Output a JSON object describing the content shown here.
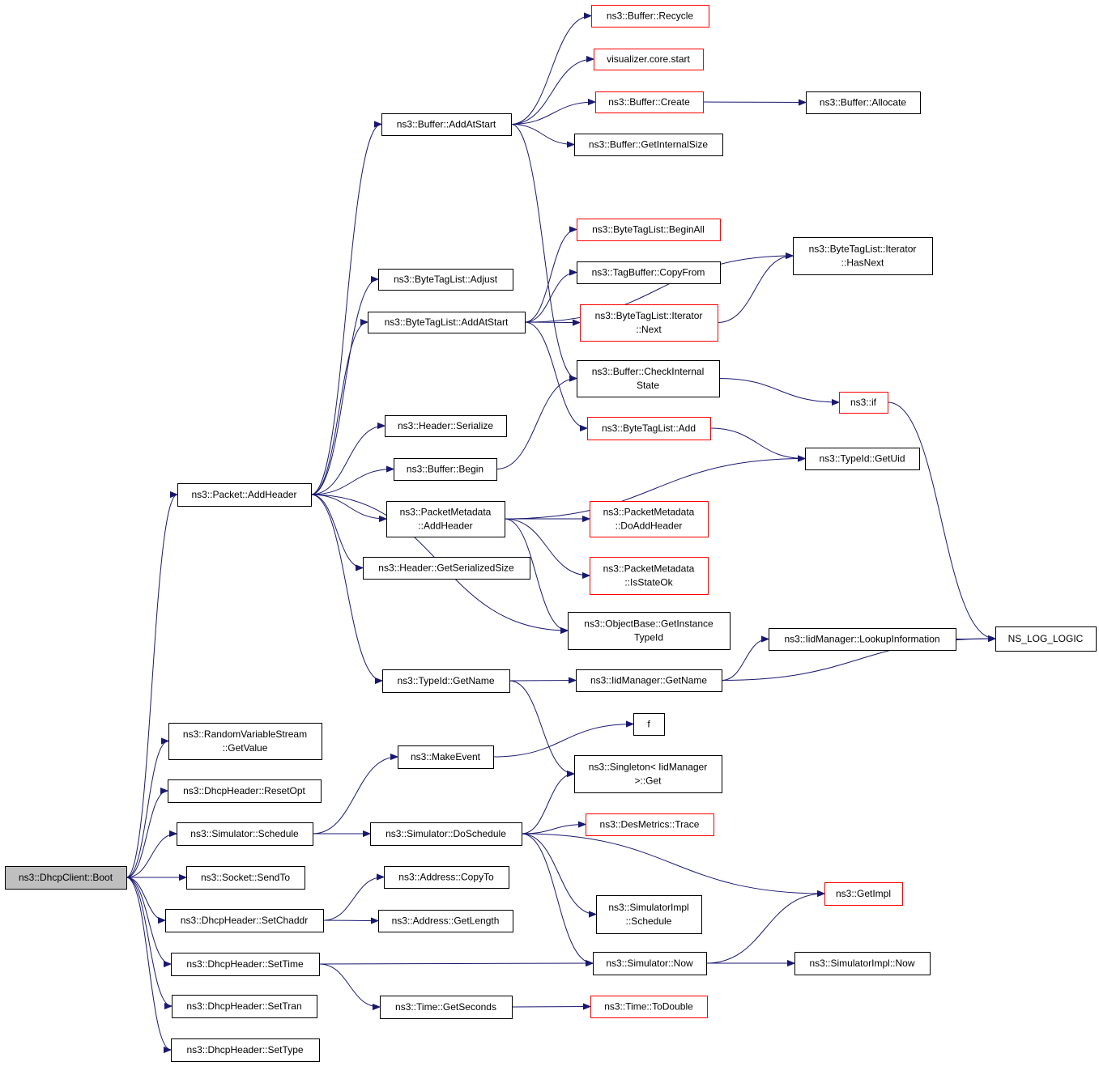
{
  "nodes": [
    {
      "id": "boot",
      "lines": [
        "ns3::DhcpClient::Boot"
      ],
      "style": "root"
    },
    {
      "id": "recycle",
      "lines": [
        "ns3::Buffer::Recycle"
      ],
      "style": "red"
    },
    {
      "id": "vizstart",
      "lines": [
        "visualizer.core.start"
      ],
      "style": "red"
    },
    {
      "id": "bufcreate",
      "lines": [
        "ns3::Buffer::Create"
      ],
      "style": "red"
    },
    {
      "id": "bufalloc",
      "lines": [
        "ns3::Buffer::Allocate"
      ],
      "style": "normal"
    },
    {
      "id": "addatstart",
      "lines": [
        "ns3::Buffer::AddAtStart"
      ],
      "style": "normal"
    },
    {
      "id": "getinternalsize",
      "lines": [
        "ns3::Buffer::GetInternalSize"
      ],
      "style": "normal"
    },
    {
      "id": "begininall",
      "lines": [
        "ns3::ByteTagList::BeginAll"
      ],
      "style": "red"
    },
    {
      "id": "hasnext",
      "lines": [
        "ns3::ByteTagList::Iterator",
        "::HasNext"
      ],
      "style": "normal"
    },
    {
      "id": "copyfrom",
      "lines": [
        "ns3::TagBuffer::CopyFrom"
      ],
      "style": "normal"
    },
    {
      "id": "btladjust",
      "lines": [
        "ns3::ByteTagList::Adjust"
      ],
      "style": "normal"
    },
    {
      "id": "btladdatstart",
      "lines": [
        "ns3::ByteTagList::AddAtStart"
      ],
      "style": "normal"
    },
    {
      "id": "iternext",
      "lines": [
        "ns3::ByteTagList::Iterator",
        "::Next"
      ],
      "style": "red"
    },
    {
      "id": "checkinternal",
      "lines": [
        "ns3::Buffer::CheckInternal",
        "State"
      ],
      "style": "normal"
    },
    {
      "id": "nsif",
      "lines": [
        "ns3::if"
      ],
      "style": "red"
    },
    {
      "id": "hdrserialize",
      "lines": [
        "ns3::Header::Serialize"
      ],
      "style": "normal"
    },
    {
      "id": "btladd",
      "lines": [
        "ns3::ByteTagList::Add"
      ],
      "style": "red"
    },
    {
      "id": "bufbegin",
      "lines": [
        "ns3::Buffer::Begin"
      ],
      "style": "normal"
    },
    {
      "id": "getuid",
      "lines": [
        "ns3::TypeId::GetUid"
      ],
      "style": "normal"
    },
    {
      "id": "addheader",
      "lines": [
        "ns3::Packet::AddHeader"
      ],
      "style": "normal"
    },
    {
      "id": "pmaddheader",
      "lines": [
        "ns3::PacketMetadata",
        "::AddHeader"
      ],
      "style": "normal"
    },
    {
      "id": "doaddheader",
      "lines": [
        "ns3::PacketMetadata",
        "::DoAddHeader"
      ],
      "style": "red"
    },
    {
      "id": "isstateok",
      "lines": [
        "ns3::PacketMetadata",
        "::IsStateOk"
      ],
      "style": "red"
    },
    {
      "id": "getserializedsize",
      "lines": [
        "ns3::Header::GetSerializedSize"
      ],
      "style": "normal"
    },
    {
      "id": "getinstancetypeid",
      "lines": [
        "ns3::ObjectBase::GetInstance",
        "TypeId"
      ],
      "style": "normal"
    },
    {
      "id": "lookupinfo",
      "lines": [
        "ns3::IidManager::LookupInformation"
      ],
      "style": "normal"
    },
    {
      "id": "nslog",
      "lines": [
        "NS_LOG_LOGIC"
      ],
      "style": "normal"
    },
    {
      "id": "typeidgetname",
      "lines": [
        "ns3::TypeId::GetName"
      ],
      "style": "normal"
    },
    {
      "id": "iidgetname",
      "lines": [
        "ns3::IidManager::GetName"
      ],
      "style": "normal"
    },
    {
      "id": "rvsgetvalue",
      "lines": [
        "ns3::RandomVariableStream",
        "::GetValue"
      ],
      "style": "normal"
    },
    {
      "id": "fnode",
      "lines": [
        "f"
      ],
      "style": "normal"
    },
    {
      "id": "makeevent",
      "lines": [
        "ns3::MakeEvent"
      ],
      "style": "normal"
    },
    {
      "id": "singletonget",
      "lines": [
        "ns3::Singleton< IidManager",
        ">::Get"
      ],
      "style": "normal"
    },
    {
      "id": "resetopt",
      "lines": [
        "ns3::DhcpHeader::ResetOpt"
      ],
      "style": "normal"
    },
    {
      "id": "simschedule",
      "lines": [
        "ns3::Simulator::Schedule"
      ],
      "style": "normal"
    },
    {
      "id": "doschedule",
      "lines": [
        "ns3::Simulator::DoSchedule"
      ],
      "style": "normal"
    },
    {
      "id": "destrace",
      "lines": [
        "ns3::DesMetrics::Trace"
      ],
      "style": "red"
    },
    {
      "id": "sendto",
      "lines": [
        "ns3::Socket::SendTo"
      ],
      "style": "normal"
    },
    {
      "id": "addrcopyto",
      "lines": [
        "ns3::Address::CopyTo"
      ],
      "style": "normal"
    },
    {
      "id": "getimpl",
      "lines": [
        "ns3::GetImpl"
      ],
      "style": "red"
    },
    {
      "id": "simimplschedule",
      "lines": [
        "ns3::SimulatorImpl",
        "::Schedule"
      ],
      "style": "normal"
    },
    {
      "id": "setchaddr",
      "lines": [
        "ns3::DhcpHeader::SetChaddr"
      ],
      "style": "normal"
    },
    {
      "id": "addrgetlength",
      "lines": [
        "ns3::Address::GetLength"
      ],
      "style": "normal"
    },
    {
      "id": "settime",
      "lines": [
        "ns3::DhcpHeader::SetTime"
      ],
      "style": "normal"
    },
    {
      "id": "simnow",
      "lines": [
        "ns3::Simulator::Now"
      ],
      "style": "normal"
    },
    {
      "id": "simimplnow",
      "lines": [
        "ns3::SimulatorImpl::Now"
      ],
      "style": "normal"
    },
    {
      "id": "settran",
      "lines": [
        "ns3::DhcpHeader::SetTran"
      ],
      "style": "normal"
    },
    {
      "id": "getseconds",
      "lines": [
        "ns3::Time::GetSeconds"
      ],
      "style": "normal"
    },
    {
      "id": "todouble",
      "lines": [
        "ns3::Time::ToDouble"
      ],
      "style": "red"
    },
    {
      "id": "settype",
      "lines": [
        "ns3::DhcpHeader::SetType"
      ],
      "style": "normal"
    }
  ],
  "edges": [
    [
      "boot",
      "addheader"
    ],
    [
      "boot",
      "rvsgetvalue"
    ],
    [
      "boot",
      "resetopt"
    ],
    [
      "boot",
      "simschedule"
    ],
    [
      "boot",
      "sendto"
    ],
    [
      "boot",
      "setchaddr"
    ],
    [
      "boot",
      "settime"
    ],
    [
      "boot",
      "settran"
    ],
    [
      "boot",
      "settype"
    ],
    [
      "addheader",
      "addatstart"
    ],
    [
      "addheader",
      "btladjust"
    ],
    [
      "addheader",
      "btladdatstart"
    ],
    [
      "addheader",
      "hdrserialize"
    ],
    [
      "addheader",
      "bufbegin"
    ],
    [
      "addheader",
      "pmaddheader"
    ],
    [
      "addheader",
      "getserializedsize"
    ],
    [
      "addheader",
      "getinstancetypeid"
    ],
    [
      "addheader",
      "typeidgetname"
    ],
    [
      "addatstart",
      "recycle"
    ],
    [
      "addatstart",
      "vizstart"
    ],
    [
      "addatstart",
      "bufcreate"
    ],
    [
      "addatstart",
      "getinternalsize"
    ],
    [
      "addatstart",
      "checkinternal"
    ],
    [
      "bufcreate",
      "bufalloc"
    ],
    [
      "btladdatstart",
      "begininall"
    ],
    [
      "btladdatstart",
      "hasnext"
    ],
    [
      "btladdatstart",
      "copyfrom"
    ],
    [
      "btladdatstart",
      "iternext"
    ],
    [
      "btladdatstart",
      "btladd"
    ],
    [
      "iternext",
      "hasnext"
    ],
    [
      "checkinternal",
      "nsif"
    ],
    [
      "nsif",
      "nslog"
    ],
    [
      "btladd",
      "getuid"
    ],
    [
      "bufbegin",
      "checkinternal"
    ],
    [
      "pmaddheader",
      "getuid"
    ],
    [
      "pmaddheader",
      "doaddheader"
    ],
    [
      "pmaddheader",
      "isstateok"
    ],
    [
      "pmaddheader",
      "getinstancetypeid"
    ],
    [
      "typeidgetname",
      "iidgetname"
    ],
    [
      "typeidgetname",
      "singletonget"
    ],
    [
      "iidgetname",
      "lookupinfo"
    ],
    [
      "iidgetname",
      "nslog"
    ],
    [
      "lookupinfo",
      "nslog"
    ],
    [
      "simschedule",
      "makeevent"
    ],
    [
      "simschedule",
      "doschedule"
    ],
    [
      "makeevent",
      "fnode"
    ],
    [
      "doschedule",
      "singletonget"
    ],
    [
      "doschedule",
      "destrace"
    ],
    [
      "doschedule",
      "getimpl"
    ],
    [
      "doschedule",
      "simimplschedule"
    ],
    [
      "doschedule",
      "simnow"
    ],
    [
      "setchaddr",
      "addrcopyto"
    ],
    [
      "setchaddr",
      "addrgetlength"
    ],
    [
      "settime",
      "simnow"
    ],
    [
      "settime",
      "getseconds"
    ],
    [
      "simnow",
      "getimpl"
    ],
    [
      "simnow",
      "simimplnow"
    ],
    [
      "getseconds",
      "todouble"
    ]
  ]
}
